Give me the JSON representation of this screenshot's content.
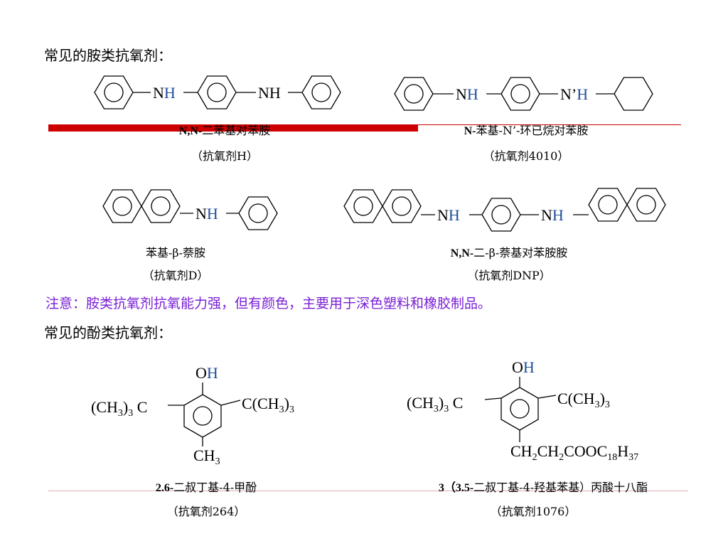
{
  "headings": {
    "amine": "常见的胺类抗氧剂：",
    "phenol": "常见的酚类抗氧剂："
  },
  "note": "注意：胺类抗氧剂抗氧能力强，但有颜色，主要用于深色塑料和橡胶制品。",
  "amines": [
    {
      "name_bold": "N,N-",
      "name_rest": "二苯基对苯胺",
      "code": "（抗氧剂H）"
    },
    {
      "name_bold": "N-",
      "name_rest": "苯基-N’-环已烷对苯胺",
      "code": "（抗氧剂4010）"
    },
    {
      "name_bold": "",
      "name_rest": "苯基-β-萘胺",
      "code": "（抗氧剂D）"
    },
    {
      "name_bold": "N,N-",
      "name_rest": "二-β-萘基对苯胺胺",
      "code": "（抗氧剂DNP）"
    }
  ],
  "phenols": [
    {
      "name_bold": "2.6-",
      "name_rest": "二叔丁基-4-甲酚",
      "code": "（抗氧剂264）"
    },
    {
      "name_bold": "3（3.5-",
      "name_rest": "二叔丁基-4-羟基苯基）丙酸十八酯",
      "code": "（抗氧剂1076）"
    }
  ],
  "labels": {
    "nh": "N",
    "h": "H",
    "nprime": "N’",
    "oh_o": "O",
    "tbu_left": "(CH",
    "tbu_right": "C(CH",
    "ch3": "CH",
    "chain": "CH"
  },
  "colors": {
    "accent_bar": "#cc0000",
    "note": "#7a1fd6",
    "h_atom": "#1f4e9a"
  }
}
